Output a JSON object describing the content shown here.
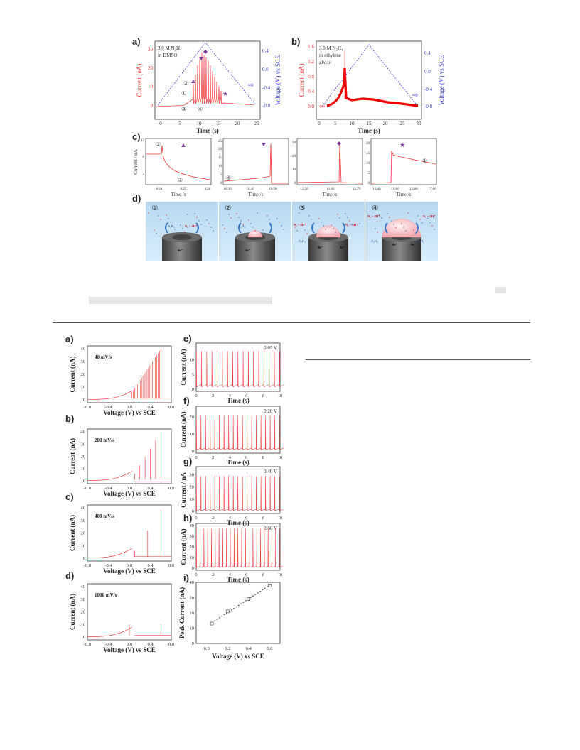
{
  "figure1": {
    "a": {
      "label": "a)",
      "annotation": [
        "3.0 M N₂H₄",
        "in DMSO"
      ],
      "xlabel": "Time (s)",
      "ylabel_left": "Current (nA)",
      "ylabel_right": "Voltage (V) vs SCE",
      "left_ticks": [
        "0",
        "10",
        "20",
        "30"
      ],
      "right_ticks": [
        "0.4",
        "0.0",
        "-0.4",
        "-0.8"
      ],
      "x_ticks": [
        "0",
        "5",
        "10",
        "15",
        "20",
        "25"
      ],
      "markers": [
        "①",
        "②",
        "③",
        "④"
      ]
    },
    "b": {
      "label": "b)",
      "annotation": [
        "3.0 M N₂H₄",
        "in ethylene",
        "glycol"
      ],
      "xlabel": "Time (s)",
      "ylabel_left": "Current (nA)",
      "ylabel_right": "Voltage (V) vs SCE",
      "left_ticks": [
        "0.0",
        "0.4",
        "0.8",
        "1.2",
        "1.6"
      ],
      "right_ticks": [
        "0.4",
        "0.0",
        "-0.4",
        "-0.8"
      ],
      "x_ticks": [
        "0",
        "5",
        "10",
        "15",
        "20",
        "25",
        "30"
      ]
    },
    "c": {
      "label": "c)",
      "ylabel": "Current / nA",
      "xlabel": "Time /s",
      "subplots": [
        {
          "marker": "②",
          "marker2": "③",
          "y_ticks": [
            "4",
            "8",
            "12"
          ],
          "x_ticks": [
            "8.24",
            "8.25",
            "8.26"
          ]
        },
        {
          "marker": "④",
          "y_ticks": [
            "0",
            "5",
            "10",
            "15",
            "20",
            "25"
          ],
          "x_ticks": [
            "10.30",
            "10.40",
            "10.50"
          ]
        },
        {
          "y_ticks": [
            "0",
            "10",
            "20",
            "30"
          ],
          "x_ticks": [
            "11.50",
            "11.60",
            "11.70"
          ]
        },
        {
          "marker": "①",
          "y_ticks": [
            "0",
            "5",
            "10",
            "15",
            "20"
          ],
          "x_ticks": [
            "16.40",
            "16.60",
            "16.80",
            "17.00"
          ]
        }
      ]
    },
    "d": {
      "label": "d)",
      "steps": [
        "①",
        "②",
        "③",
        "④"
      ],
      "species_n2h4": "N₂H₄",
      "species_n2": "N₂ + 4H⁺",
      "electrons": "4e⁻"
    }
  },
  "figure2": {
    "left_panels": [
      {
        "label": "a)",
        "rate": "40 mV/s",
        "y_ticks": [
          "0",
          "10",
          "20",
          "30",
          "40"
        ]
      },
      {
        "label": "b)",
        "rate": "200 mV/s",
        "y_ticks": [
          "0",
          "10",
          "20",
          "30",
          "40"
        ]
      },
      {
        "label": "c)",
        "rate": "400 mV/s",
        "y_ticks": [
          "0",
          "10",
          "20",
          "30",
          "40"
        ]
      },
      {
        "label": "d)",
        "rate": "1000 mV/s",
        "y_ticks": [
          "0",
          "10",
          "20",
          "30",
          "40"
        ]
      }
    ],
    "left_xlabel": "Voltage (V) vs SCE",
    "left_ylabel": "Current (nA)",
    "left_x_ticks": [
      "-0.8",
      "-0.4",
      "0.0",
      "0.4",
      "0.8"
    ],
    "right_panels": [
      {
        "label": "e)",
        "voltage": "0.05 V",
        "ylabel": "Current (nA)",
        "y_ticks": [
          "0",
          "5",
          "10"
        ]
      },
      {
        "label": "f)",
        "voltage": "0.20 V",
        "ylabel": "Current (nA)",
        "y_ticks": [
          "0",
          "10",
          "20"
        ]
      },
      {
        "label": "g)",
        "voltage": "0.40 V",
        "ylabel": "Current / nA",
        "y_ticks": [
          "0",
          "10",
          "20",
          "30"
        ]
      },
      {
        "label": "h)",
        "voltage": "0.60 V",
        "ylabel": "Current (nA)",
        "y_ticks": [
          "0",
          "10",
          "20",
          "30",
          "40"
        ]
      }
    ],
    "right_xlabel": "Time (s)",
    "right_x_ticks": [
      "0",
      "2",
      "4",
      "6",
      "8",
      "10"
    ],
    "panel_i": {
      "label": "i)",
      "xlabel": "Voltage (V) vs SCE",
      "ylabel": "Peak Current (nA)",
      "x_ticks": [
        "0.0",
        "0.2",
        "0.4",
        "0.6"
      ],
      "y_ticks": [
        "0",
        "10",
        "20",
        "30",
        "40"
      ]
    }
  },
  "chart_data": [
    {
      "type": "scatter",
      "x": [
        0.05,
        0.2,
        0.4,
        0.6
      ],
      "y": [
        13,
        21,
        29,
        38
      ],
      "xlabel": "Voltage (V) vs SCE",
      "ylabel": "Peak Current (nA)",
      "xlim": [
        -0.1,
        0.7
      ],
      "ylim": [
        0,
        40
      ]
    }
  ]
}
